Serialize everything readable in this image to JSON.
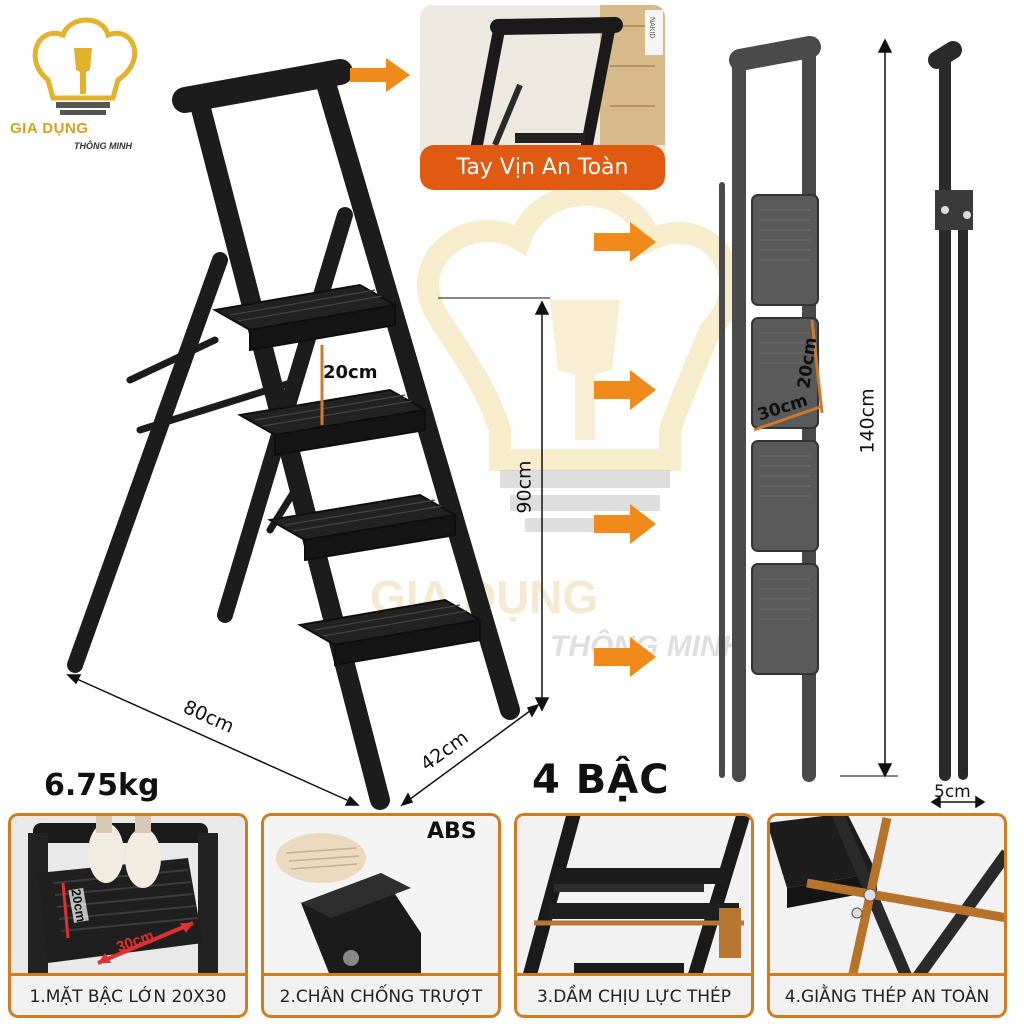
{
  "brand": {
    "name": "GIA DỤNG",
    "sub": "THÔNG MINH"
  },
  "watermark": {
    "name": "GIA DỤNG",
    "sub": "THÔNG MINH"
  },
  "callout": {
    "label": "Tay Vịn An Toàn",
    "photo_text": "NAKID"
  },
  "dimensions": {
    "step_gap": "20cm",
    "height": "90cm",
    "depth": "80cm",
    "width": "42cm",
    "folded_height": "140cm",
    "step_gap_folded": "20cm",
    "step_width": "30cm",
    "folded_thickness": "5cm"
  },
  "weight": "6.75kg",
  "steps": "4 BẬC",
  "features": [
    {
      "caption": "1.MẶT BẬC LỚN 20X30",
      "marks": [
        "20cm",
        "30cm"
      ]
    },
    {
      "caption": "2.CHÂN CHỐNG TRƯỢT",
      "badge": "ABS"
    },
    {
      "caption": "3.DẦM CHỊU LỰC THÉP"
    },
    {
      "caption": "4.GIẰNG THÉP AN TOÀN"
    }
  ],
  "colors": {
    "accent": "#e05a12",
    "frame": "#d17d1f",
    "brand": "#d9a21a",
    "ladder": "#1c1c1c"
  }
}
